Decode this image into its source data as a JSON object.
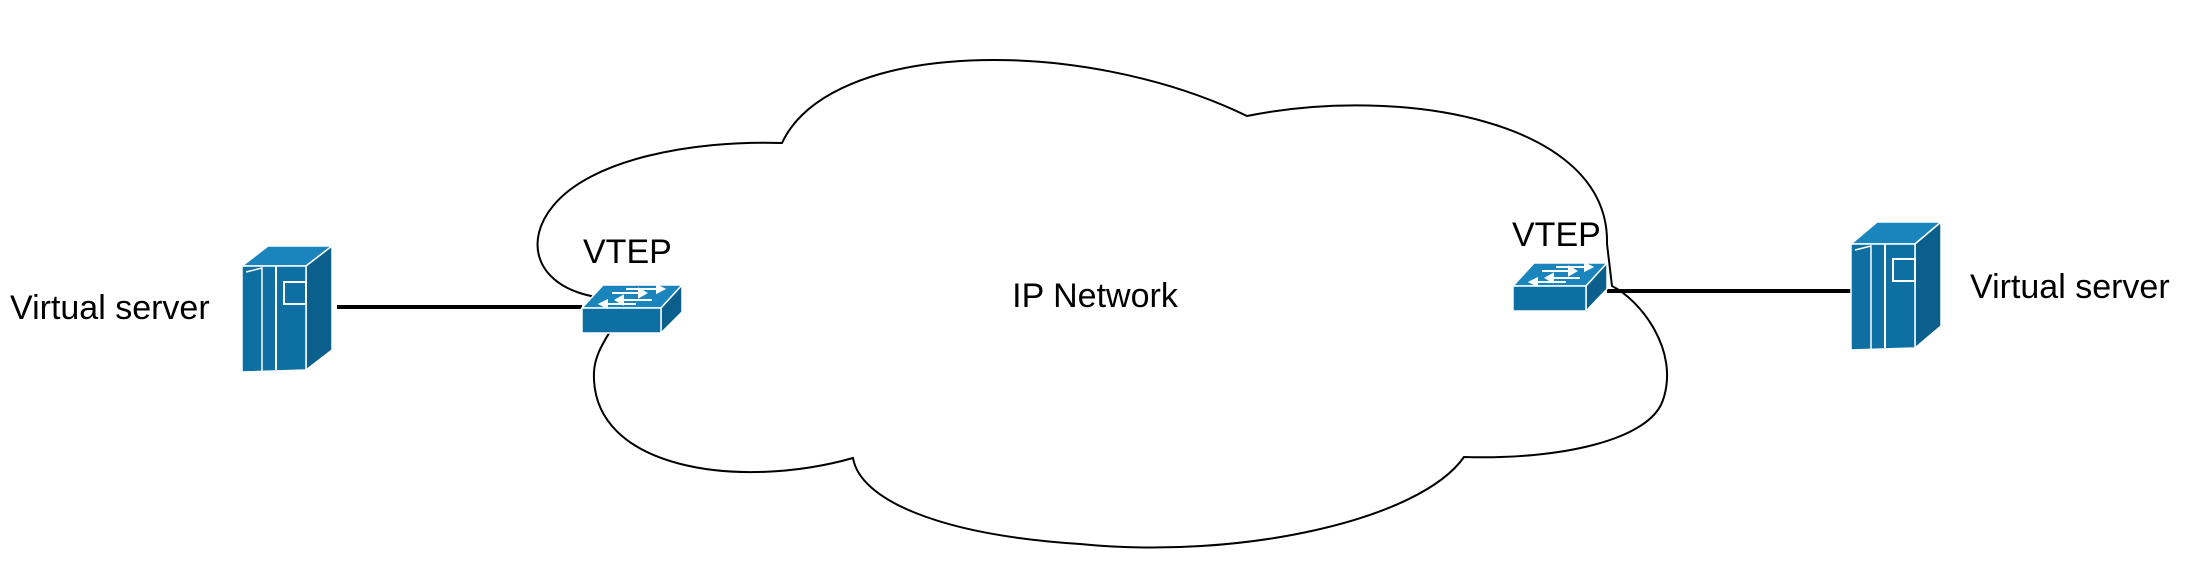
{
  "diagram": {
    "network_label": "IP Network",
    "left": {
      "server_label": "Virtual server",
      "vtep_label": "VTEP"
    },
    "right": {
      "server_label": "Virtual server",
      "vtep_label": "VTEP"
    }
  },
  "colors": {
    "device_fill": "#0d6fa2",
    "device_front": "#0a5f8c",
    "device_top": "#1a84bd",
    "line": "#000000",
    "cloud_stroke": "#000000",
    "cloud_fill": "#ffffff",
    "device_detail": "#ffffff"
  },
  "icons": {
    "server": "server-tower-icon",
    "switch": "layer2-switch-icon",
    "network": "cloud-icon"
  }
}
